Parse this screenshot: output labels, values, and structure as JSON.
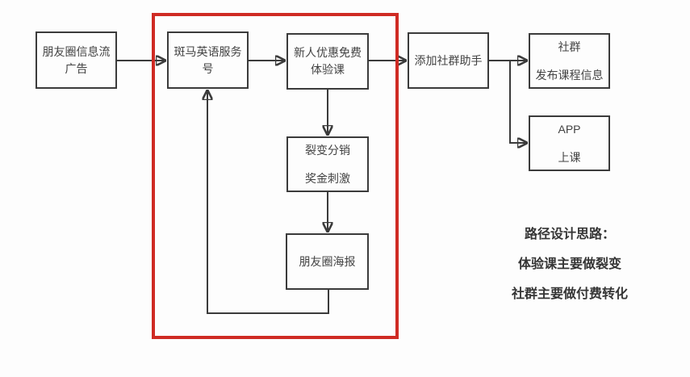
{
  "diagram": {
    "nodes": [
      {
        "id": "moments-feed-ad",
        "label": "朋友圈信息流\n广告"
      },
      {
        "id": "service-account",
        "label": "斑马英语服务\n号"
      },
      {
        "id": "trial-class",
        "label": "新人优惠免费\n体验课"
      },
      {
        "id": "add-assistant",
        "label": "添加社群助手"
      },
      {
        "id": "community-info",
        "label": "社群\n发布课程信息"
      },
      {
        "id": "app-class",
        "label": "APP\n上课"
      },
      {
        "id": "fission-incentive",
        "label": "裂变分销\n奖金刺激"
      },
      {
        "id": "moments-poster",
        "label": "朋友圈海报"
      }
    ],
    "highlight_color": "#cf2b24",
    "line_color": "#3b3b3b"
  },
  "notes": {
    "line1": "路径设计思路：",
    "line2": "体验课主要做裂变",
    "line3": "社群主要做付费转化"
  }
}
